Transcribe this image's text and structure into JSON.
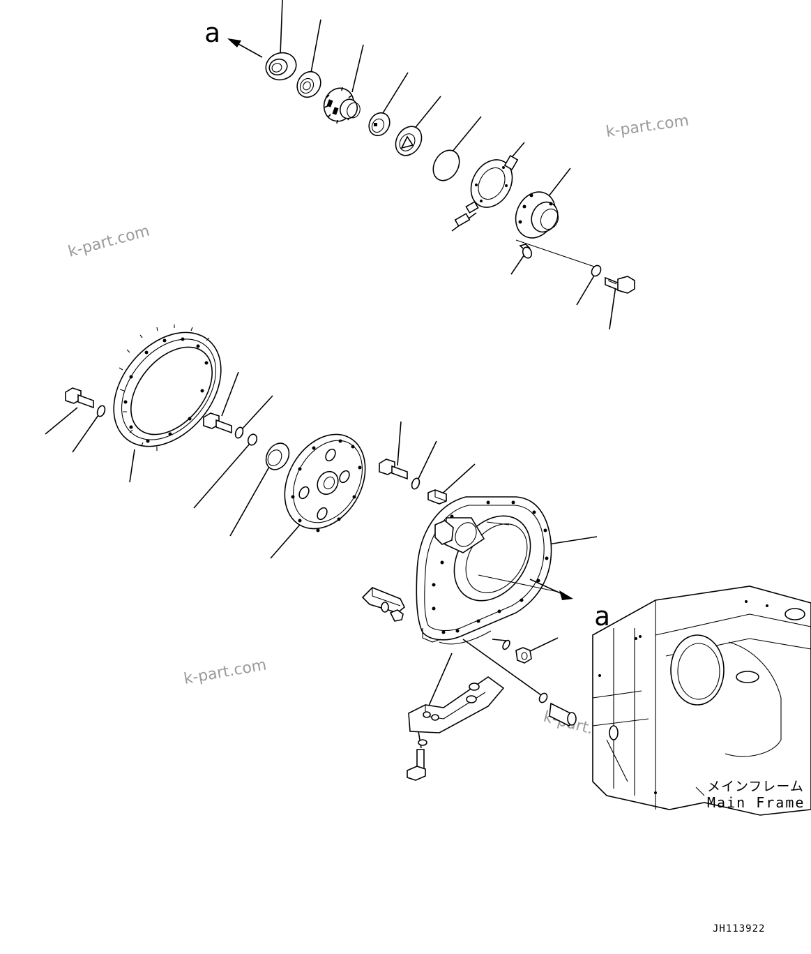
{
  "diagram": {
    "view_label_top": "a",
    "view_label_bottom": "a",
    "main_frame_label_jp": "メインフレーム",
    "main_frame_label_en": "Main Frame",
    "drawing_code": "JH113922",
    "watermarks": [
      "k-part.com",
      "k-part.com",
      "k-part.com",
      "k-part.com"
    ]
  }
}
